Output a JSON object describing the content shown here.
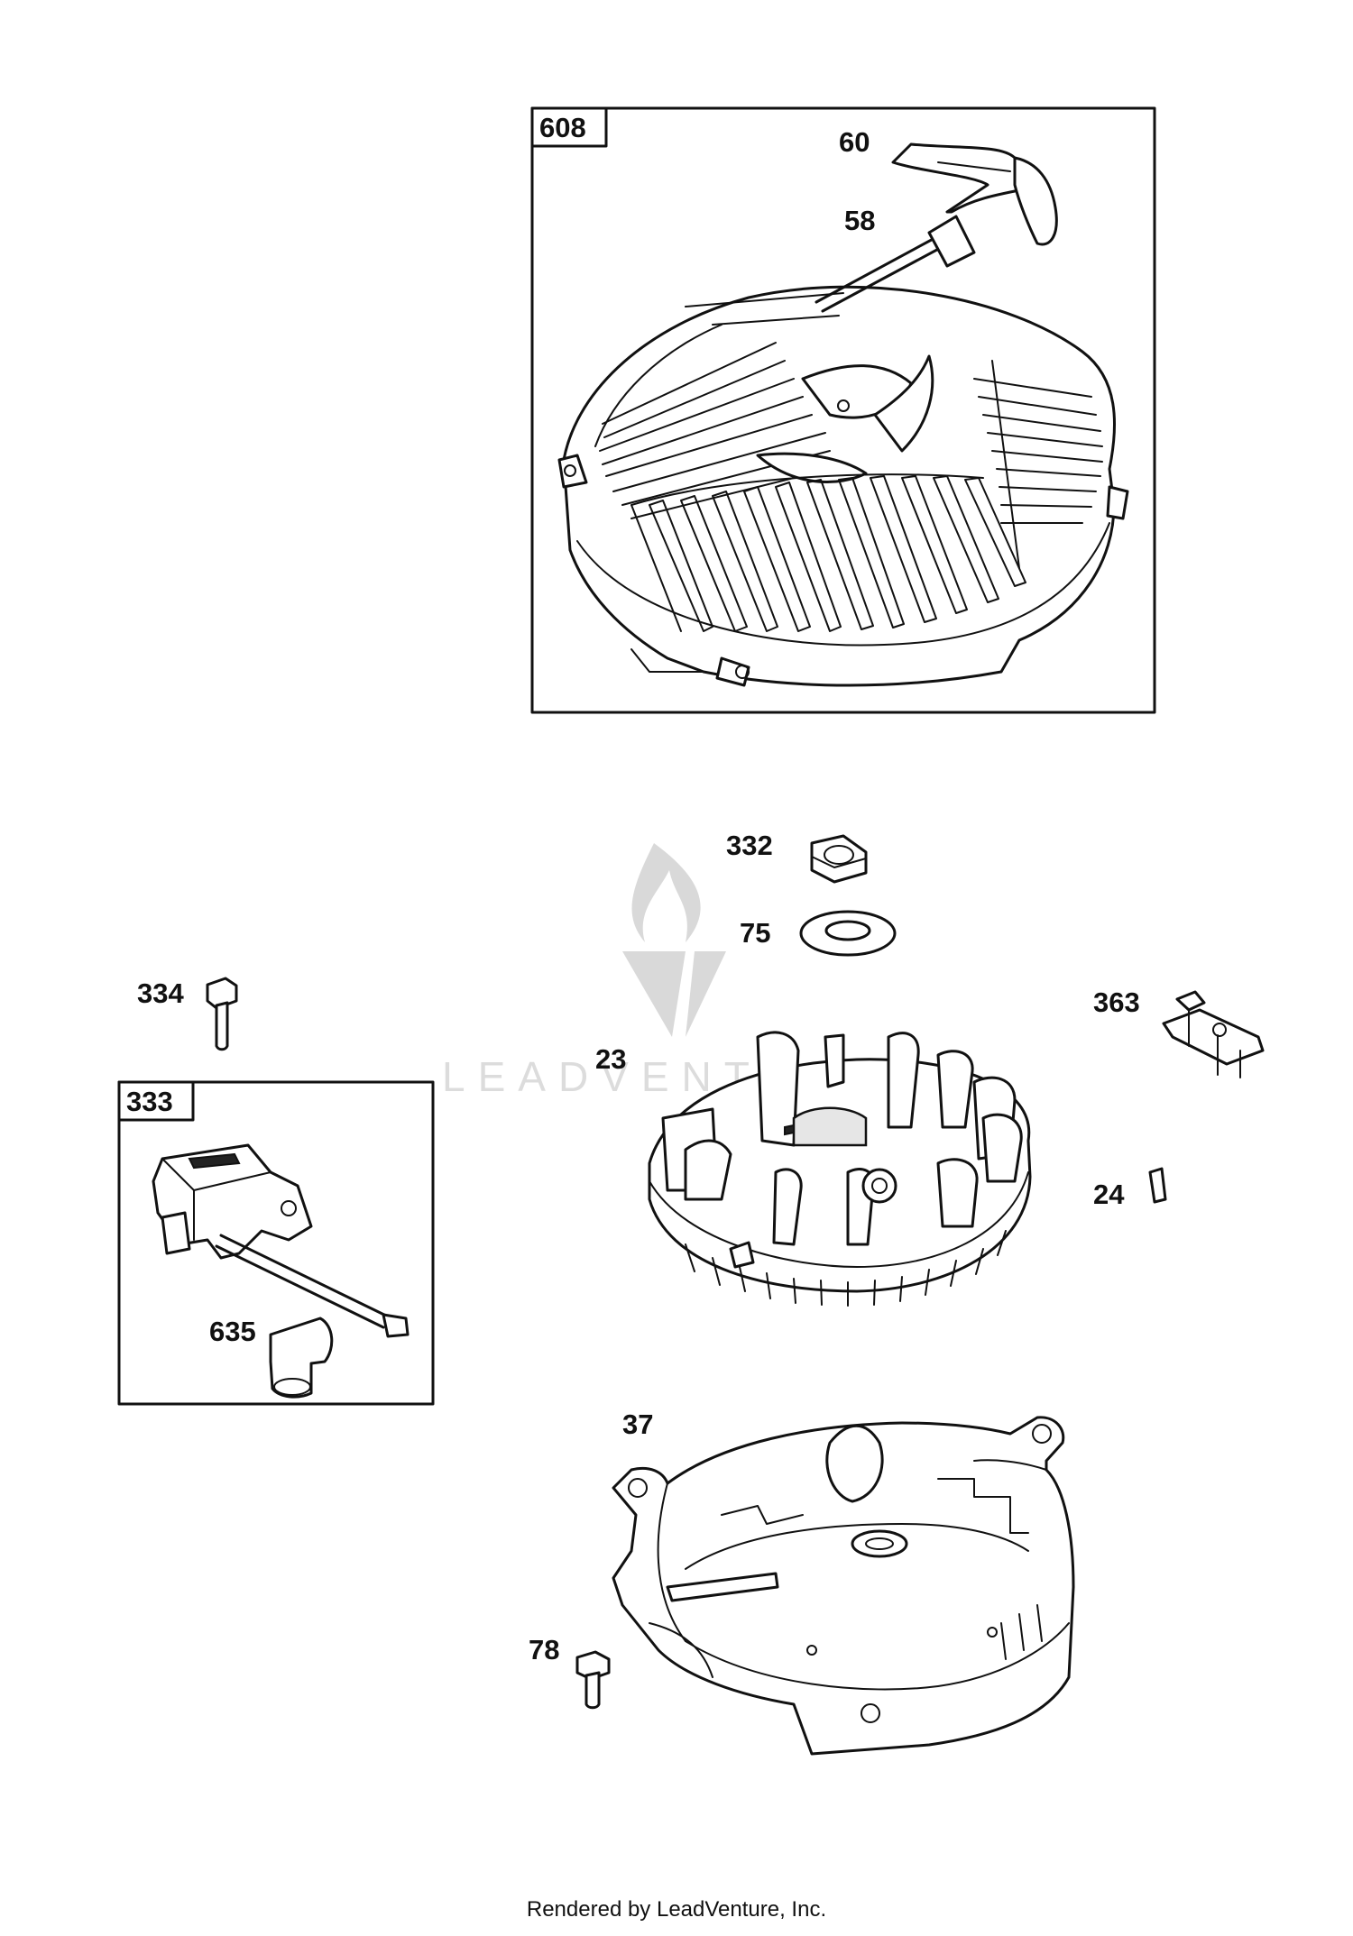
{
  "boxes": {
    "recoil": "608",
    "ignition": "333"
  },
  "callouts": {
    "handle": "60",
    "rope": "58",
    "nut": "332",
    "washer": "75",
    "bolt_left": "334",
    "bracket": "363",
    "flywheel": "23",
    "key": "24",
    "plug_boot": "635",
    "shroud": "37",
    "screw": "78"
  },
  "watermark": "LEADVENTURE",
  "footer": "Rendered by LeadVenture, Inc."
}
